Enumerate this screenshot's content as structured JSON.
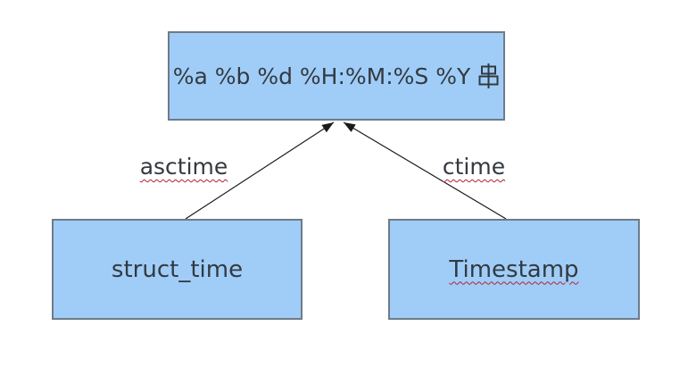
{
  "diagram": {
    "background_color": "#ffffff",
    "node_fill_color": "#a0cdf8",
    "node_border_color": "#6e7b88",
    "text_color": "#333a40",
    "arrow_color": "#1a1a1a",
    "spellcheck_squiggle_color": "#b22230",
    "nodes": [
      {
        "id": "format-string",
        "label": "%a %b %d %H:%M:%S %Y 串",
        "label_text": "%a %b %d %H:%M:%S %Y",
        "label_cjk": "串",
        "spellcheck_underline": false
      },
      {
        "id": "struct-time",
        "label": "struct_time",
        "spellcheck_underline": false
      },
      {
        "id": "timestamp",
        "label": "Timestamp",
        "spellcheck_underline": true
      }
    ],
    "edges": [
      {
        "label": "asctime",
        "from": "struct-time",
        "to": "format-string",
        "spellcheck_underline": true
      },
      {
        "label": "ctime",
        "from": "timestamp",
        "to": "format-string",
        "spellcheck_underline": true
      }
    ]
  }
}
